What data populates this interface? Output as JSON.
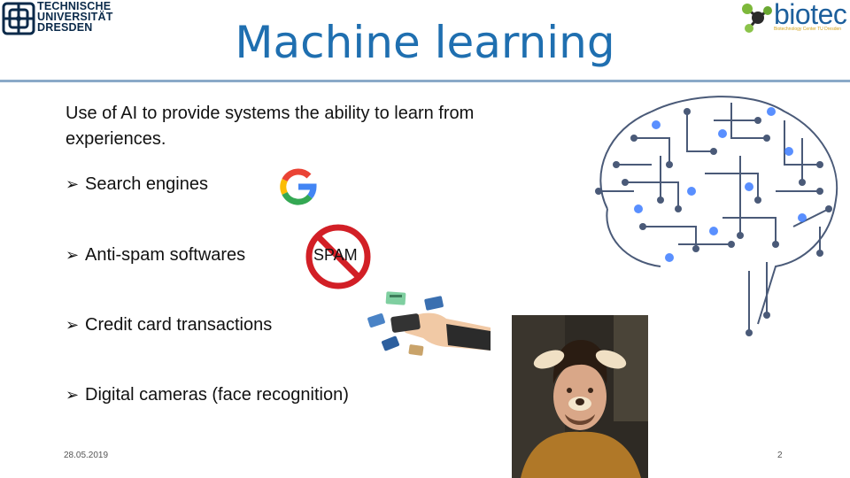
{
  "header": {
    "university_lines": [
      "TECHNISCHE",
      "UNIVERSITÄT",
      "DRESDEN"
    ],
    "title": "Machine learning",
    "biotec_wordmark": "biotec",
    "biotec_subtitle": "Biotechnology Center TU Dresden"
  },
  "content": {
    "intro": "Use of AI to provide systems the ability to learn from experiences.",
    "bullets": [
      "Search engines",
      "Anti-spam softwares",
      "Credit card transactions",
      "Digital cameras (face recognition)"
    ],
    "spam_label": "SPAM"
  },
  "footer": {
    "date": "28.05.2019",
    "page_number": "2"
  },
  "colors": {
    "title": "#1f6fb0",
    "rule": "#8aa9c8",
    "brain": "#4a5a78",
    "brain_glow": "#3d7cff",
    "no_sign": "#d21f26"
  },
  "icons": [
    "tu-dresden-logo",
    "biotec-logo",
    "google-g-icon",
    "no-spam-icon",
    "credit-cards-illustration",
    "circuit-brain-illustration",
    "face-photo"
  ]
}
